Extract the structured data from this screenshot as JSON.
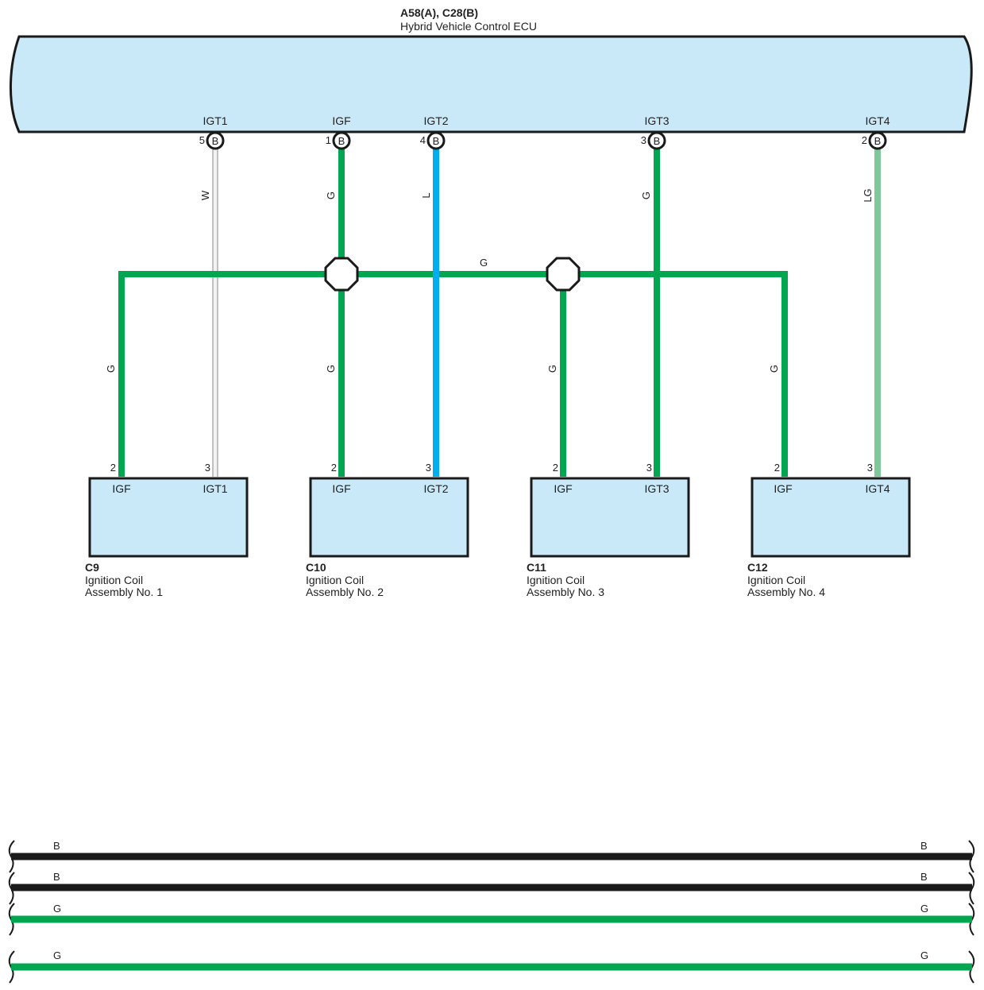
{
  "colors": {
    "box_fill": "#c9e9f8",
    "green": "#00a650",
    "blue": "#00aeef",
    "white_wire": "#d6d6d6",
    "light_green": "#7fc89a",
    "black": "#1a1a1a",
    "outline": "#1a1a1a"
  },
  "ecu": {
    "connector": "A58(A), C28(B)",
    "name": "Hybrid Vehicle Control ECU",
    "terminals": [
      {
        "signal": "IGT1",
        "pin": "5",
        "conn": "B"
      },
      {
        "signal": "IGF",
        "pin": "1",
        "conn": "B"
      },
      {
        "signal": "IGT2",
        "pin": "4",
        "conn": "B"
      },
      {
        "signal": "IGT3",
        "pin": "3",
        "conn": "B"
      },
      {
        "signal": "IGT4",
        "pin": "2",
        "conn": "B"
      }
    ]
  },
  "wires": {
    "igt1": "W",
    "igf_top": "G",
    "igt2": "L",
    "igt3": "G",
    "igt4": "LG",
    "bus": "G",
    "drop1": "G",
    "drop2": "G",
    "drop3": "G",
    "drop4": "G"
  },
  "coils": [
    {
      "id": "C9",
      "line1": "Ignition Coil",
      "line2": "Assembly No.  1",
      "igf_label": "IGF",
      "igt_label": "IGT1",
      "igf_pin": "2",
      "igt_pin": "3"
    },
    {
      "id": "C10",
      "line1": "Ignition Coil",
      "line2": "Assembly No.  2",
      "igf_label": "IGF",
      "igt_label": "IGT2",
      "igf_pin": "2",
      "igt_pin": "3"
    },
    {
      "id": "C11",
      "line1": "Ignition Coil",
      "line2": "Assembly No.  3",
      "igf_label": "IGF",
      "igt_label": "IGT3",
      "igf_pin": "2",
      "igt_pin": "3"
    },
    {
      "id": "C12",
      "line1": "Ignition Coil",
      "line2": "Assembly No.  4",
      "igf_label": "IGF",
      "igt_label": "IGT4",
      "igf_pin": "2",
      "igt_pin": "3"
    }
  ],
  "legend": [
    {
      "left": "B",
      "right": "B"
    },
    {
      "left": "B",
      "right": "B"
    },
    {
      "left": "G",
      "right": "G"
    },
    {
      "left": "G",
      "right": "G"
    }
  ]
}
